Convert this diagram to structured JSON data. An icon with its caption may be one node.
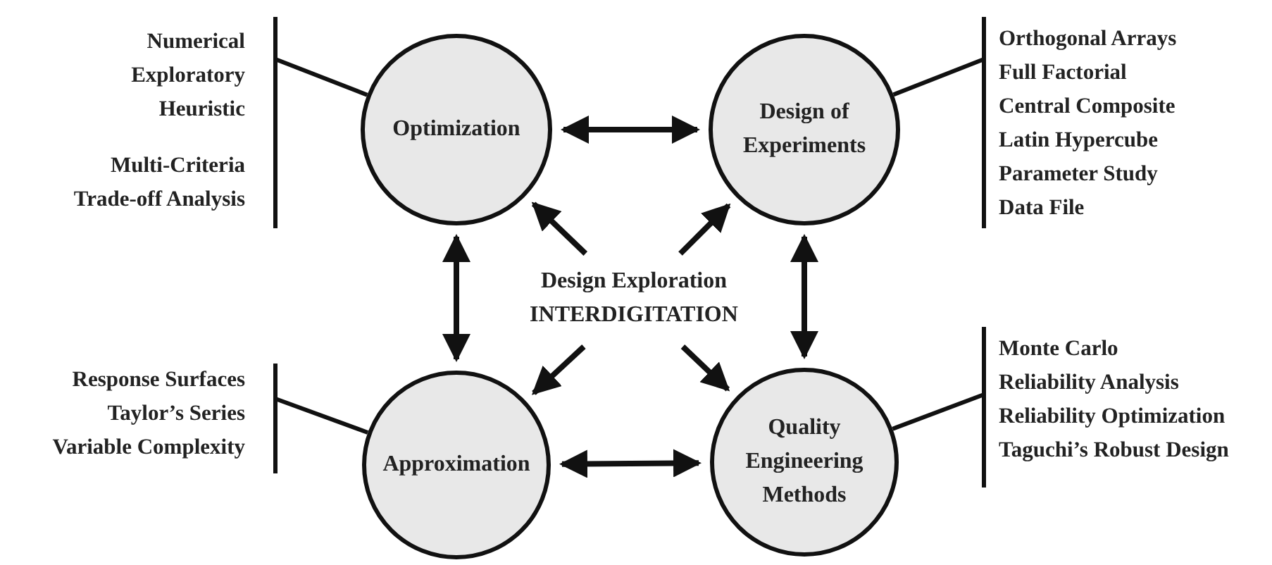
{
  "diagram": {
    "nodes": [
      {
        "text": [
          "Numerical",
          "Exploratory",
          "Heuristic",
          "Multi-Criteria",
          "Trade-off Analysis"
        ]
      },
      {
        "text": [
          "Optimization"
        ]
      },
      {
        "text": [
          "Design of Experiments"
        ]
      },
      {
        "text": [
          "Orthogonal Arrays",
          "Full Factorial",
          "Central Composite",
          "Latin Hypercube",
          "Parameter Study",
          "Data File"
        ]
      },
      {
        "text": [
          "Design Exploration",
          "INTERDIGITATION"
        ]
      },
      {
        "text": [
          "Response Surfaces",
          "Taylor’s Series",
          "Variable Complexity"
        ]
      },
      {
        "text": [
          "Approximation"
        ]
      },
      {
        "text": [
          "Quality Engineering Methods"
        ]
      },
      {
        "text": [
          "Monte Carlo",
          "Reliability Analysis",
          "Reliability Optimization",
          "Taguchi’s Robust Design"
        ]
      }
    ],
    "edges": [
      {
        "from": 1,
        "to": 2,
        "arrow": "both"
      },
      {
        "from": 1,
        "to": 6,
        "arrow": "both"
      },
      {
        "from": 2,
        "to": 7,
        "arrow": "both"
      },
      {
        "from": 6,
        "to": 7,
        "arrow": "both"
      },
      {
        "from": 4,
        "to": 1,
        "arrow": "to"
      },
      {
        "from": 4,
        "to": 2,
        "arrow": "to"
      },
      {
        "from": 4,
        "to": 6,
        "arrow": "to"
      },
      {
        "from": 4,
        "to": 7,
        "arrow": "to"
      },
      {
        "from": 0,
        "to": 1,
        "arrow": "none"
      },
      {
        "from": 3,
        "to": 2,
        "arrow": "none"
      },
      {
        "from": 5,
        "to": 6,
        "arrow": "none"
      },
      {
        "from": 8,
        "to": 7,
        "arrow": "none"
      }
    ]
  }
}
